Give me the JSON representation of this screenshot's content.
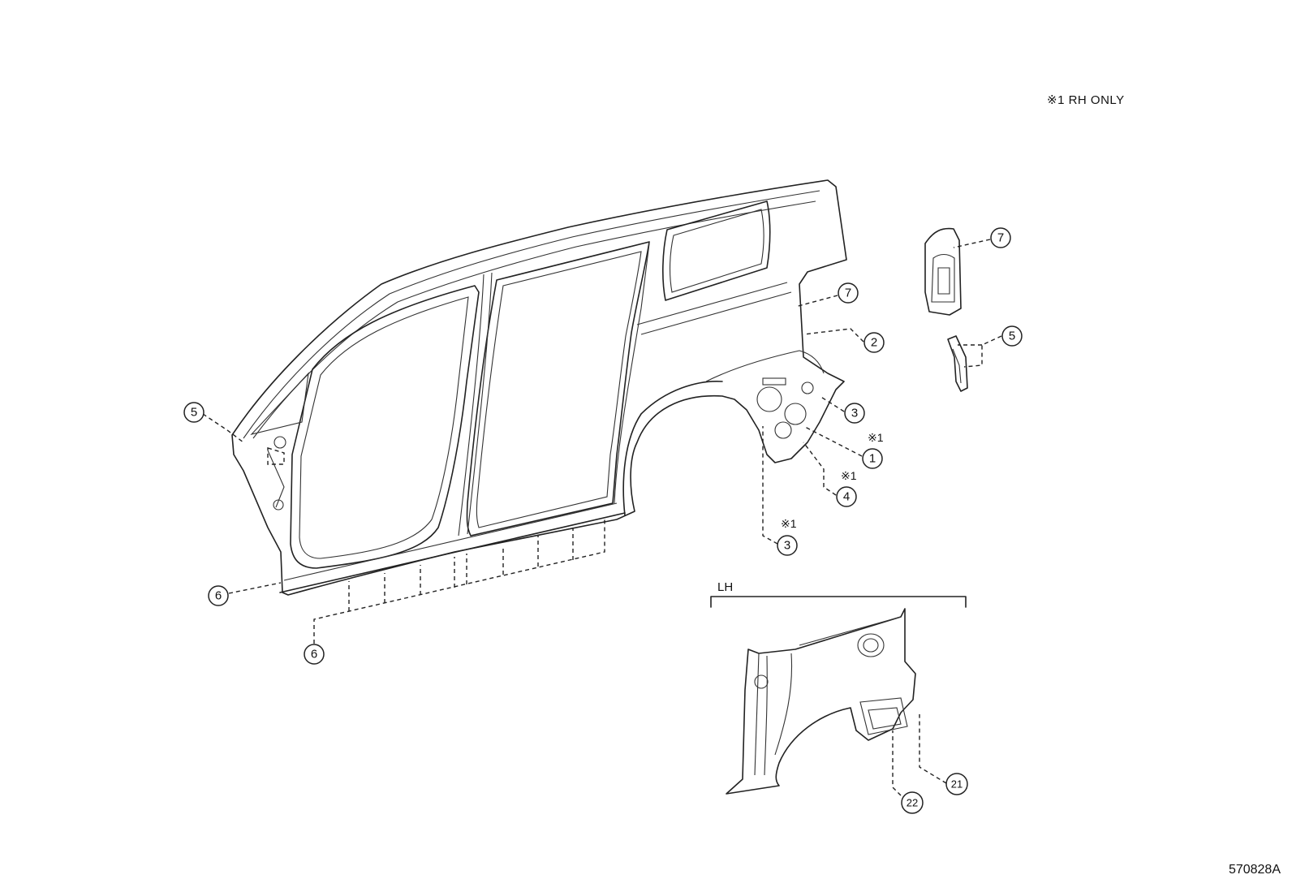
{
  "note": "※1 RH ONLY",
  "figure_id": "570828A",
  "group_label": "LH",
  "asterisk_label": "※1",
  "callouts": {
    "c1": "1",
    "c2": "2",
    "c3a": "3",
    "c3b": "3",
    "c4": "4",
    "c5a": "5",
    "c5b": "5",
    "c6a": "6",
    "c6b": "6",
    "c7a": "7",
    "c7b": "7",
    "c21": "21",
    "c22": "22"
  }
}
